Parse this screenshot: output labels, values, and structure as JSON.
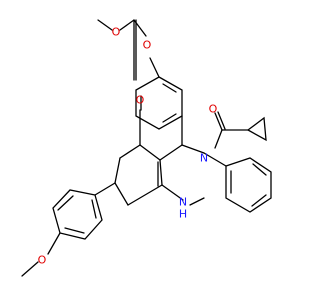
{
  "structure": {
    "atoms": [
      {
        "id": "o_ester_methyl",
        "label": "O",
        "element": "oxygen"
      },
      {
        "id": "o_ester_carbonyl",
        "label": "O",
        "element": "oxygen"
      },
      {
        "id": "o_ketone_acyl",
        "label": "O",
        "element": "oxygen"
      },
      {
        "id": "o_ketone_ring",
        "label": "O",
        "element": "oxygen"
      },
      {
        "id": "n_amide",
        "label": "N",
        "element": "nitrogen"
      },
      {
        "id": "n_amine",
        "label": "N",
        "element": "nitrogen"
      },
      {
        "id": "h_amine",
        "label": "H",
        "element": "nitrogen"
      },
      {
        "id": "o_methoxy",
        "label": "O",
        "element": "oxygen"
      }
    ],
    "colors": {
      "bond": "#000000",
      "oxygen": "#e00000",
      "nitrogen": "#1a1aff",
      "background": "#ffffff"
    }
  }
}
